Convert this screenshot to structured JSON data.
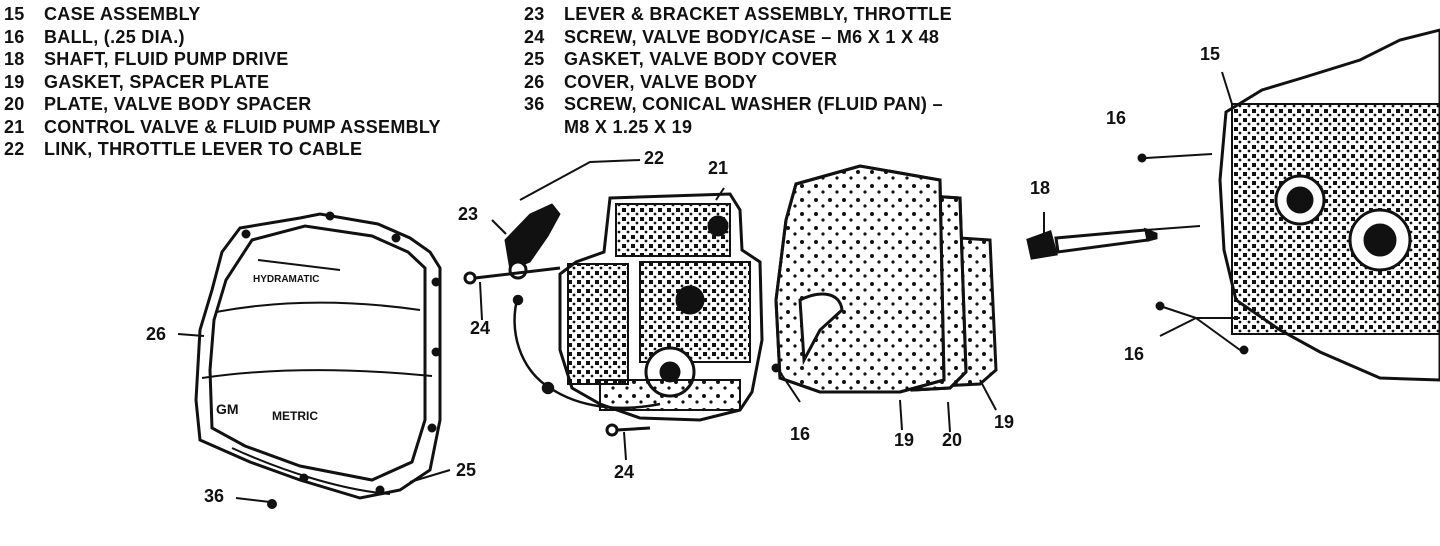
{
  "legend_left": [
    {
      "num": "15",
      "text": "CASE ASSEMBLY"
    },
    {
      "num": "16",
      "text": "BALL, (.25 DIA.)"
    },
    {
      "num": "18",
      "text": "SHAFT, FLUID PUMP DRIVE"
    },
    {
      "num": "19",
      "text": "GASKET, SPACER PLATE"
    },
    {
      "num": "20",
      "text": "PLATE, VALVE BODY SPACER"
    },
    {
      "num": "21",
      "text": "CONTROL VALVE & FLUID PUMP ASSEMBLY"
    },
    {
      "num": "22",
      "text": "LINK, THROTTLE LEVER TO CABLE"
    }
  ],
  "legend_right": [
    {
      "num": "23",
      "text": "LEVER & BRACKET ASSEMBLY, THROTTLE"
    },
    {
      "num": "24",
      "text": "SCREW, VALVE BODY/CASE  –  M6 X 1 X 48"
    },
    {
      "num": "25",
      "text": "GASKET, VALVE BODY COVER"
    },
    {
      "num": "26",
      "text": "COVER, VALVE BODY"
    },
    {
      "num": "36",
      "text": "SCREW, CONICAL WASHER (FLUID PAN) –"
    },
    {
      "num": "",
      "text": "M8 X 1.25 X 19"
    }
  ],
  "callouts": {
    "c15": "15",
    "c16_top": "16",
    "c18": "18",
    "c16_right": "16",
    "c22": "22",
    "c21": "21",
    "c23": "23",
    "c24_top": "24",
    "c26": "26",
    "c16_mid": "16",
    "c19_a": "19",
    "c20": "20",
    "c19_b": "19",
    "c24_bottom": "24",
    "c25": "25",
    "c36": "36"
  },
  "cover_text": {
    "hydramatic": "HYDRAMATIC",
    "gm": "GM",
    "metric": "METRIC"
  }
}
